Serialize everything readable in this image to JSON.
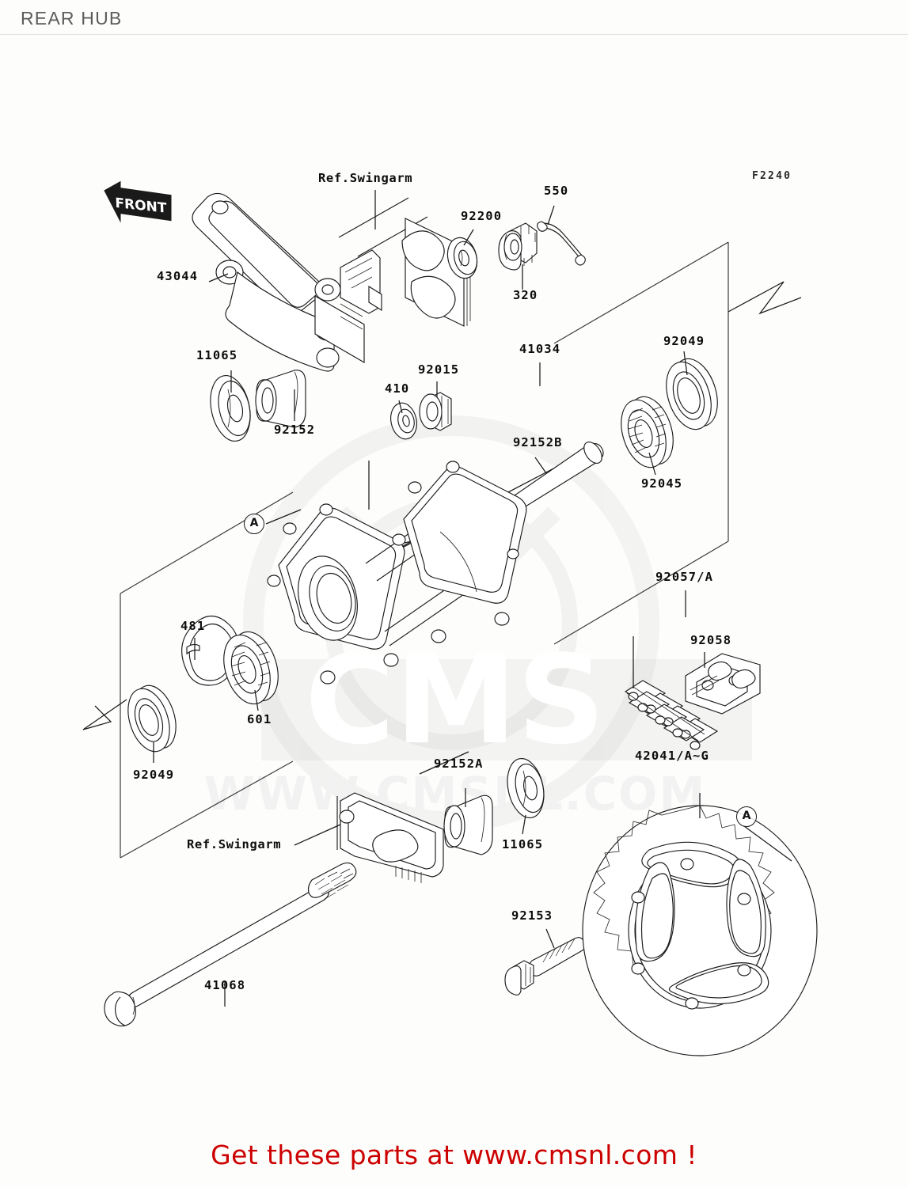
{
  "header": {
    "title": "REAR HUB"
  },
  "diagram": {
    "reference_code": "F2240",
    "front_indicator": "FRONT",
    "group_markers": [
      {
        "id": "A",
        "label": "A"
      },
      {
        "id": "A2",
        "label": "A"
      }
    ],
    "reference_notes": [
      {
        "id": "ref-swingarm-top",
        "text": "Ref.Swingarm"
      },
      {
        "id": "ref-swingarm-bottom",
        "text": "Ref.Swingarm"
      }
    ],
    "part_labels": [
      {
        "id": "p-43044",
        "number": "43044",
        "name": "brake-torque-link"
      },
      {
        "id": "p-92200",
        "number": "92200",
        "name": "washer"
      },
      {
        "id": "p-550",
        "number": "550",
        "name": "cotter-pin"
      },
      {
        "id": "p-320",
        "number": "320",
        "name": "castle-nut"
      },
      {
        "id": "p-11065",
        "number": "11065",
        "name": "cap-upper-left"
      },
      {
        "id": "p-92152",
        "number": "92152",
        "name": "collar-upper-left"
      },
      {
        "id": "p-410",
        "number": "410",
        "name": "nut-small"
      },
      {
        "id": "p-92015",
        "number": "92015",
        "name": "nut"
      },
      {
        "id": "p-41034",
        "number": "41034",
        "name": "hub-body"
      },
      {
        "id": "p-92049",
        "number": "92049",
        "name": "oil-seal-right"
      },
      {
        "id": "p-92152b",
        "number": "92152B",
        "name": "collar-long"
      },
      {
        "id": "p-92045",
        "number": "92045",
        "name": "ball-bearing-right"
      },
      {
        "id": "p-92057a",
        "number": "92057/A",
        "name": "drive-chain"
      },
      {
        "id": "p-92058",
        "number": "92058",
        "name": "chain-master-link"
      },
      {
        "id": "p-481",
        "number": "481",
        "name": "circlip"
      },
      {
        "id": "p-601",
        "number": "601",
        "name": "ball-bearing-left"
      },
      {
        "id": "p-92049b",
        "number": "92049",
        "name": "oil-seal-left"
      },
      {
        "id": "p-92152a",
        "number": "92152A",
        "name": "collar-lower"
      },
      {
        "id": "p-11065b",
        "number": "11065",
        "name": "cap-lower"
      },
      {
        "id": "p-42041",
        "number": "42041/A~G",
        "name": "rear-sprocket"
      },
      {
        "id": "p-92153",
        "number": "92153",
        "name": "sprocket-bolt"
      },
      {
        "id": "p-41068",
        "number": "41068",
        "name": "rear-axle"
      }
    ],
    "watermark": {
      "primary": "CMS",
      "secondary": "WWW.CMSNL.COM"
    }
  },
  "footer": {
    "text": "Get these parts at www.cmsnl.com !",
    "color": "#cc0000"
  }
}
